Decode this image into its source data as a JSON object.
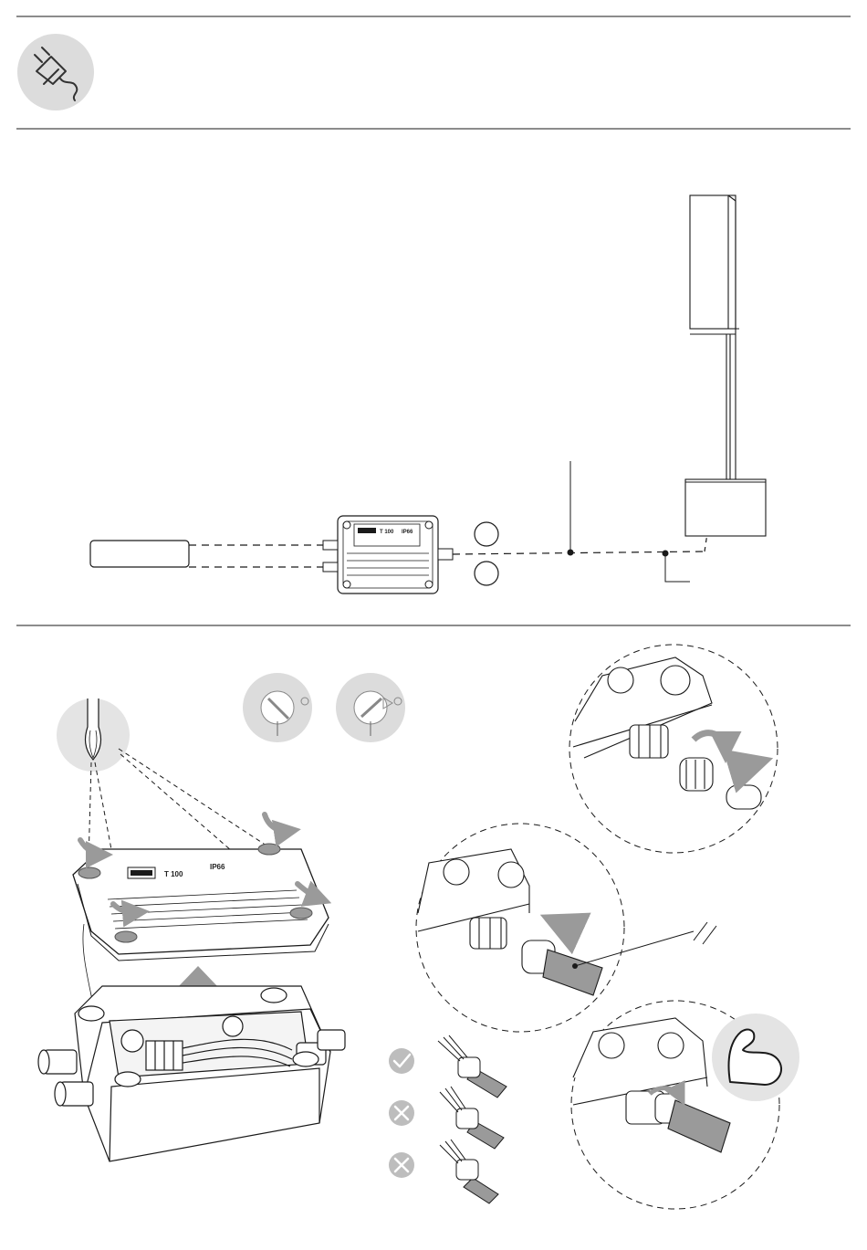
{
  "colors": {
    "line": "#1a1a1a",
    "icon_bg": "#dcdcdc",
    "arrow": "#9a9a9a",
    "panel_gray": "#c8c8c8",
    "ok_gray": "#bdbdbd"
  },
  "icons": {
    "header": "unplug-icon",
    "strength": "flexed-bicep-icon",
    "ok": "check-icon",
    "wrong": "cross-icon"
  },
  "device": {
    "label_small": "T 100",
    "label_large": "T 100",
    "ip_small": "IP66",
    "ip_large": "IP66"
  }
}
